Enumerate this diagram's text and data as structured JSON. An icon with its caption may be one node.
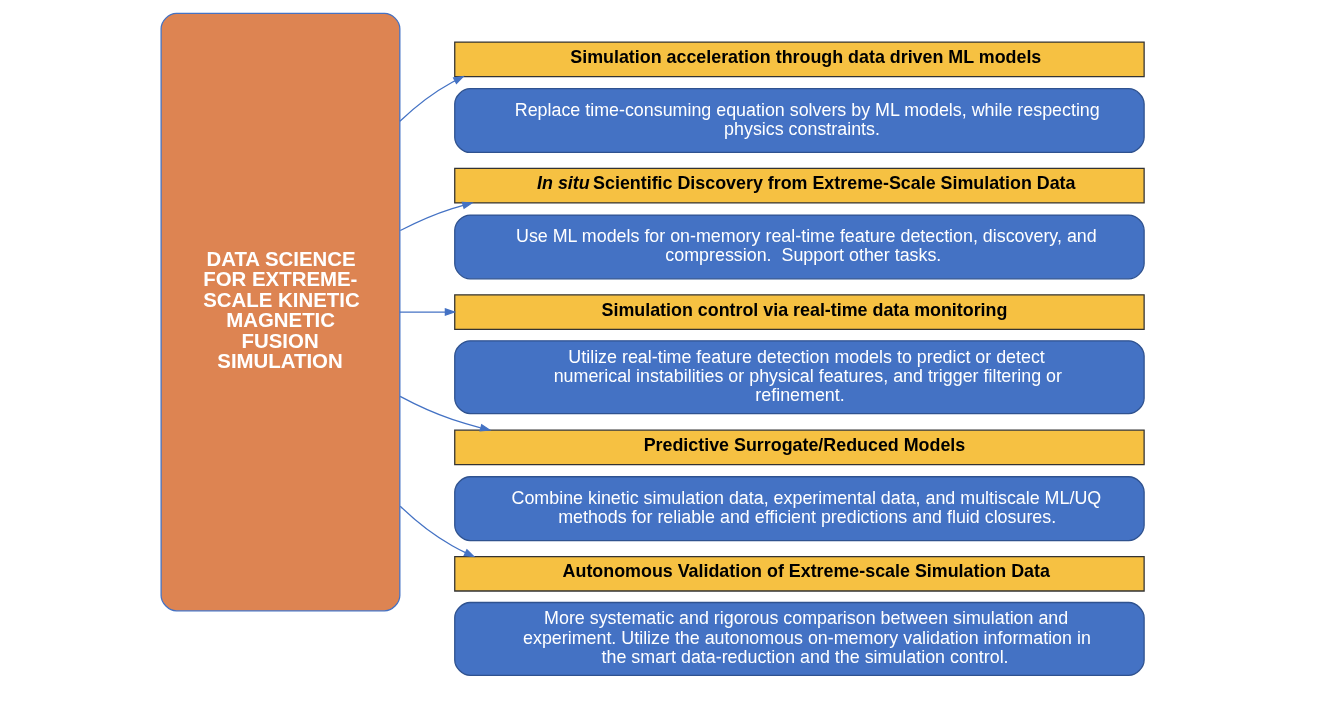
{
  "diagram": {
    "nodes": [
      {
        "text": [
          "DATA SCIENCE FOR EXTREME-SCALE KINETIC MAGNETIC FUSION SIMULATION"
        ]
      },
      {
        "text": [
          "Simulation acceleration through data driven ML models"
        ]
      },
      {
        "text": [
          "Replace time-consuming equation solvers by ML models, while respecting physics constraints."
        ]
      },
      {
        "text": [
          "*In situ* Scientific Discovery from Extreme-Scale Simulation Data"
        ]
      },
      {
        "text": [
          "Use ML models for on-memory real-time feature detection, discovery, and compression.  Support other tasks."
        ]
      },
      {
        "text": [
          "Simulation control via real-time data monitoring"
        ]
      },
      {
        "text": [
          "Utilize real-time feature detection models to predict or detect numerical instabilities or physical features, and trigger filtering or refinement."
        ]
      },
      {
        "text": [
          "Predictive Surrogate/Reduced Models"
        ]
      },
      {
        "text": [
          "Combine kinetic simulation data, experimental data, and multiscale ML/UQ methods for reliable and efficient predictions and fluid closures."
        ]
      },
      {
        "text": [
          "Autonomous Validation of Extreme-scale Simulation Data"
        ]
      },
      {
        "text": [
          "More systematic and rigorous comparison between simulation and experiment. Utilize the autonomous on-memory validation information in the smart data-reduction and the simulation control."
        ]
      }
    ],
    "edges": [
      {
        "from": 0,
        "to": 1,
        "arrow": "to"
      },
      {
        "from": 0,
        "to": 3,
        "arrow": "to"
      },
      {
        "from": 0,
        "to": 5,
        "arrow": "to"
      },
      {
        "from": 0,
        "to": 7,
        "arrow": "to"
      },
      {
        "from": 0,
        "to": 9,
        "arrow": "to"
      }
    ]
  }
}
